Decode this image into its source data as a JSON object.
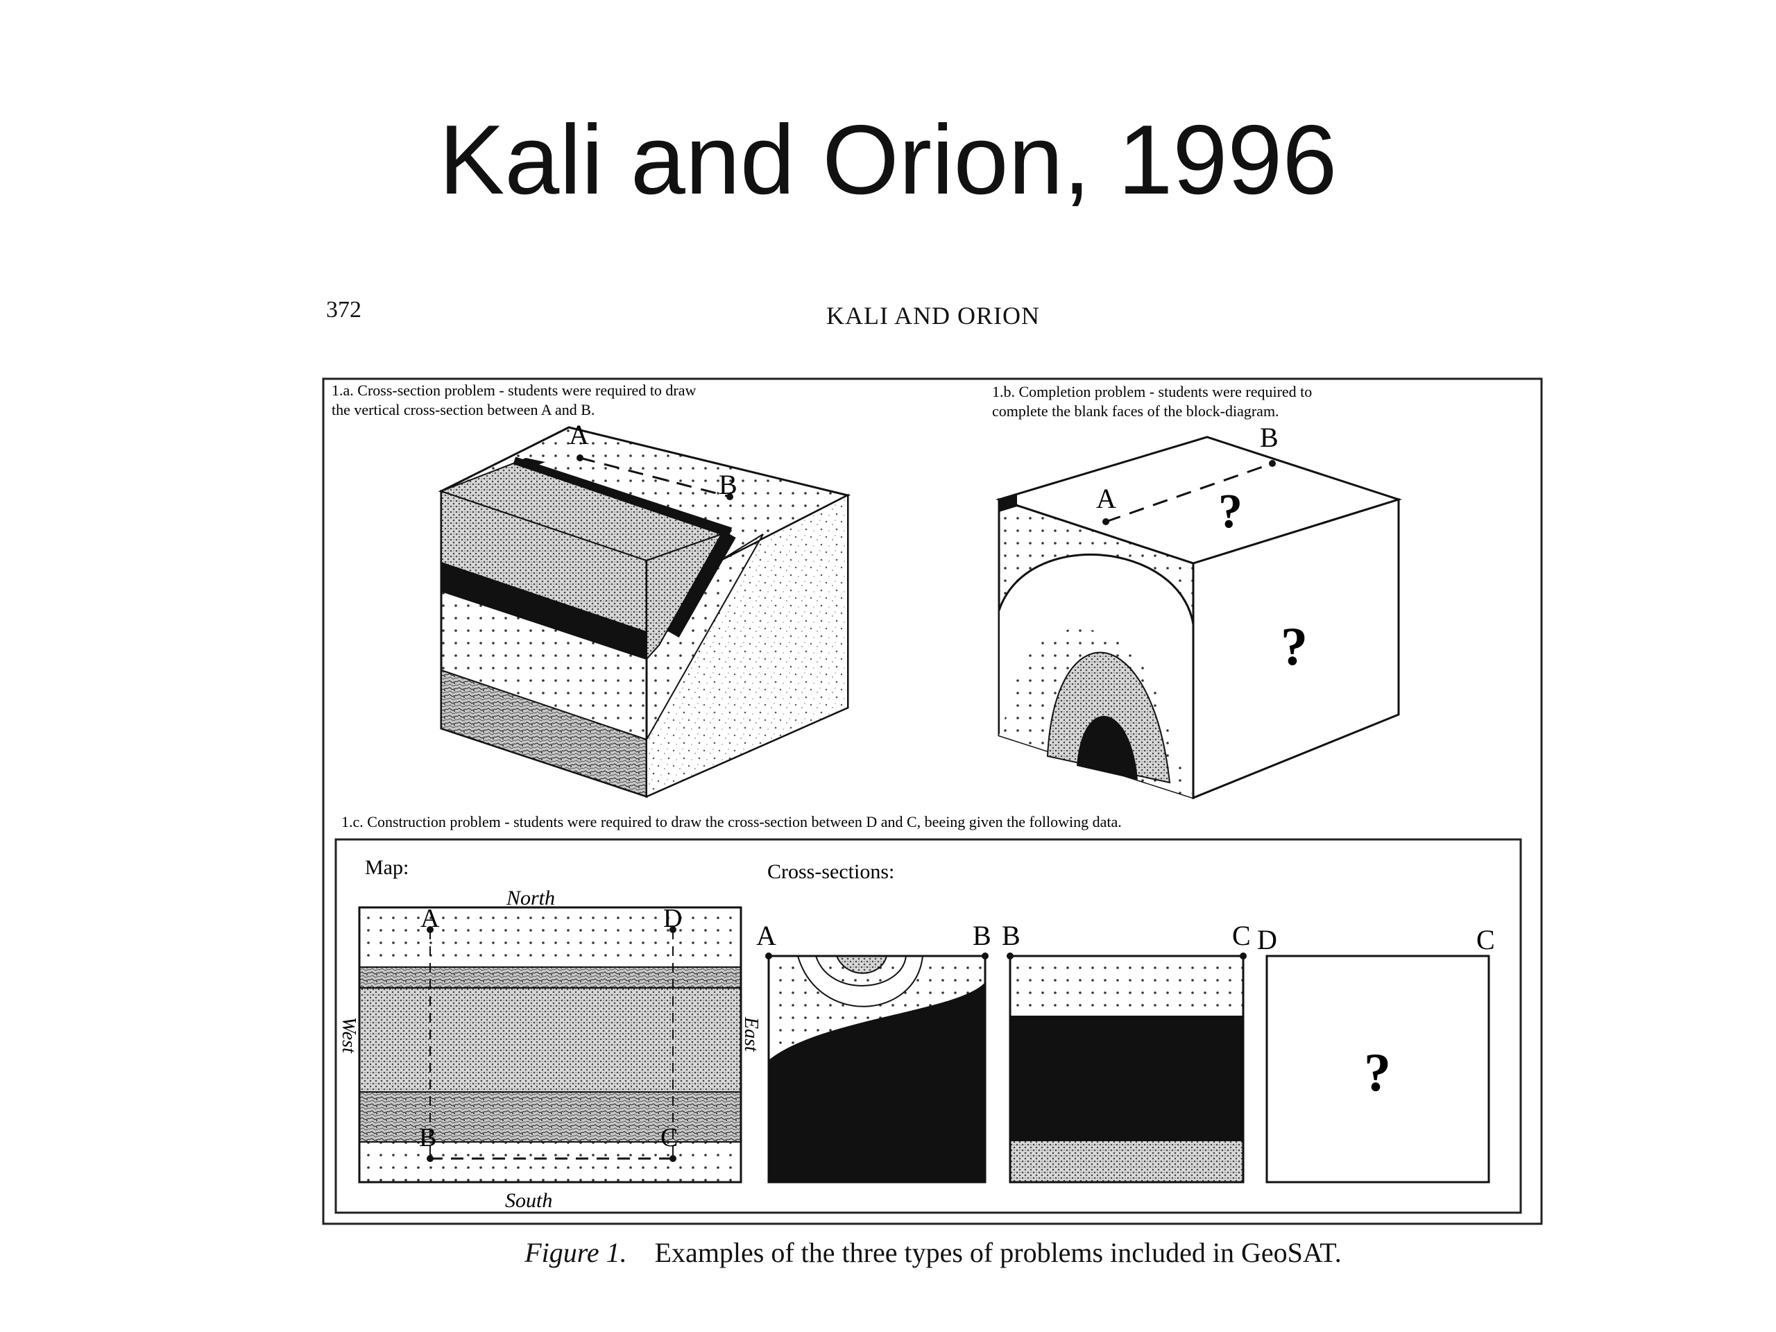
{
  "slide": {
    "title": "Kali and Orion, 1996"
  },
  "page": {
    "number": "372",
    "running_head": "KALI AND ORION"
  },
  "panel_a": {
    "caption_line1": "1.a. Cross-section problem - students were required to draw",
    "caption_line2": "the vertical cross-section between A and B.",
    "point_a": "A",
    "point_b": "B"
  },
  "panel_b": {
    "caption_line1": "1.b. Completion problem - students were required to",
    "caption_line2": "complete the blank faces of the block-diagram.",
    "point_a": "A",
    "point_b": "B",
    "unknown_top": "?",
    "unknown_side": "?"
  },
  "panel_c": {
    "caption": "1.c. Construction problem - students were required to draw the cross-section between D and C, beeing given the following data.",
    "map_label": "Map:",
    "sections_label": "Cross-sections:",
    "north": "North",
    "south": "South",
    "west": "West",
    "east": "East",
    "map_points": {
      "a": "A",
      "d": "D",
      "b": "B",
      "c": "C"
    },
    "section1": {
      "left": "A",
      "right": "B"
    },
    "section2": {
      "left": "B",
      "right": "C"
    },
    "section3": {
      "left": "D",
      "right": "C",
      "unknown": "?"
    }
  },
  "figure": {
    "label": "Figure 1.",
    "caption": "Examples of the three types of problems included in GeoSAT."
  }
}
